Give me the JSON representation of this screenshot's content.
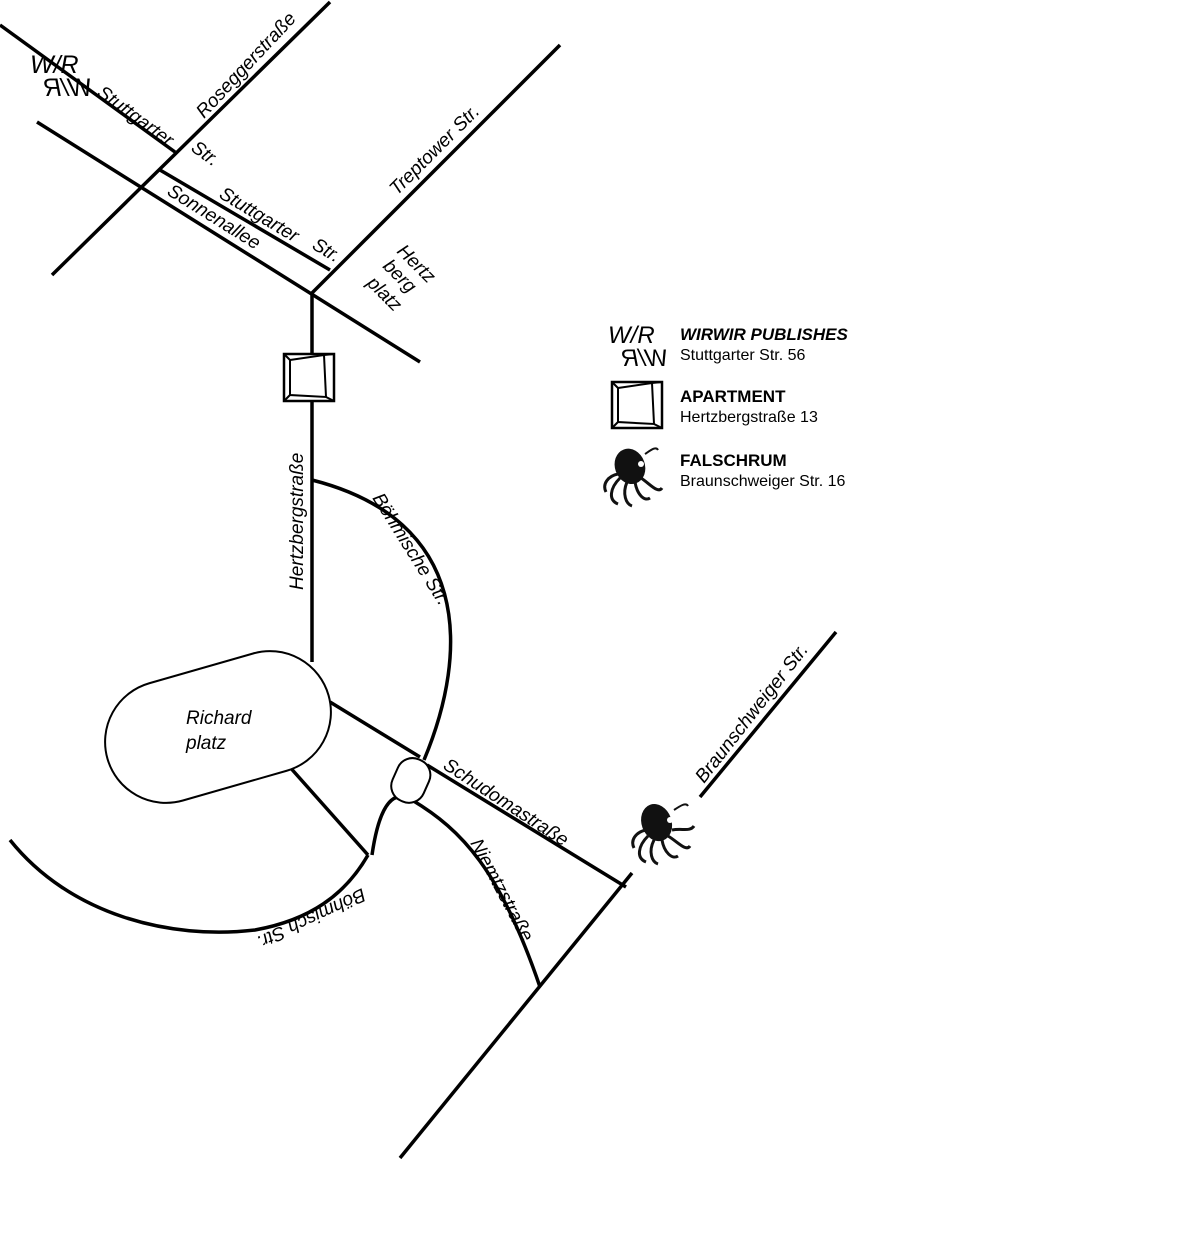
{
  "streets": {
    "roseggerstrasse": "Roseggerstraße",
    "stuttgarter_upper_1": "Stuttgarter",
    "stuttgarter_upper_2": "Str.",
    "stuttgarter_lower_1": "Stuttgarter",
    "stuttgarter_lower_2": "Str.",
    "sonnenallee": "Sonnenallee",
    "treptower": "Treptower Str.",
    "hertzbergplatz_1": "Hertz",
    "hertzbergplatz_2": "berg",
    "hertzbergplatz_3": "platz",
    "hertzbergstrasse": "Hertzbergstraße",
    "boehmische": "Böhmische Str.",
    "schudomastrasse": "Schudomastraße",
    "niemtzstrasse": "Niemtzstraße",
    "boehmisch_lower": "Böhmisch Str.",
    "braunschweiger": "Braunschweiger Str."
  },
  "plaza": {
    "line1": "Richard",
    "line2": "platz"
  },
  "map_logo": {
    "top": "W/R",
    "bottom": "W/R"
  },
  "legend": {
    "items": [
      {
        "icon": "wirwir-logo-icon",
        "title": "WIRWIR PUBLISHES",
        "address": "Stuttgarter Str. 56"
      },
      {
        "icon": "apartment-icon",
        "title": "APARTMENT",
        "address": "Hertzbergstraße 13"
      },
      {
        "icon": "octopus-icon",
        "title": "FALSCHRUM",
        "address": "Braunschweiger Str. 16"
      }
    ]
  }
}
